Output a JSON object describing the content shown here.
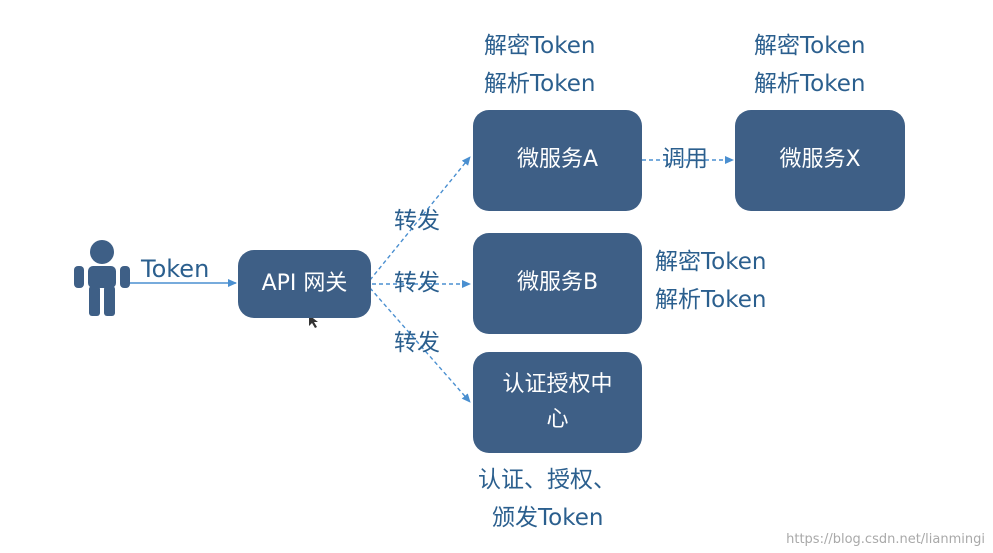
{
  "colors": {
    "box": "#3e5f86",
    "label": "#2b5f8e",
    "arrow": "#4a8fd0"
  },
  "client": {
    "icon": "user-icon",
    "edge_label": "Token"
  },
  "gateway": {
    "label": "API 网关"
  },
  "forward_labels": [
    "转发",
    "转发",
    "转发"
  ],
  "service_a": {
    "label": "微服务A",
    "notes": [
      "解密Token",
      "解析Token"
    ]
  },
  "service_x": {
    "label": "微服务X",
    "notes": [
      "解密Token",
      "解析Token"
    ]
  },
  "call_label": "调用",
  "service_b": {
    "label": "微服务B",
    "notes": [
      "解密Token",
      "解析Token"
    ]
  },
  "auth_center": {
    "label": "认证授权中心",
    "notes": [
      "认证、授权、",
      "颁发Token"
    ]
  },
  "watermark": "https://blog.csdn.net/lianmingi"
}
